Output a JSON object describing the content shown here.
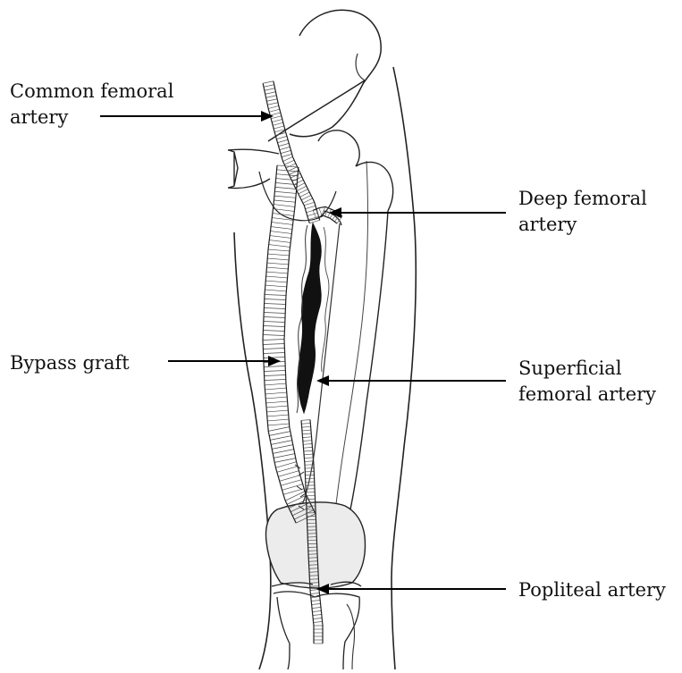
{
  "labels": {
    "common_femoral": {
      "line1": "Common femoral",
      "line2": "artery"
    },
    "deep_femoral": {
      "line1": "Deep femoral",
      "line2": "artery"
    },
    "bypass_graft": {
      "line1": "Bypass graft"
    },
    "superficial_femoral": {
      "line1": "Superficial",
      "line2": "femoral artery"
    },
    "popliteal": {
      "line1": "Popliteal artery"
    }
  },
  "colors": {
    "ink": "#111111",
    "occlusion": "#111111",
    "shade": "#e9e9e9"
  }
}
